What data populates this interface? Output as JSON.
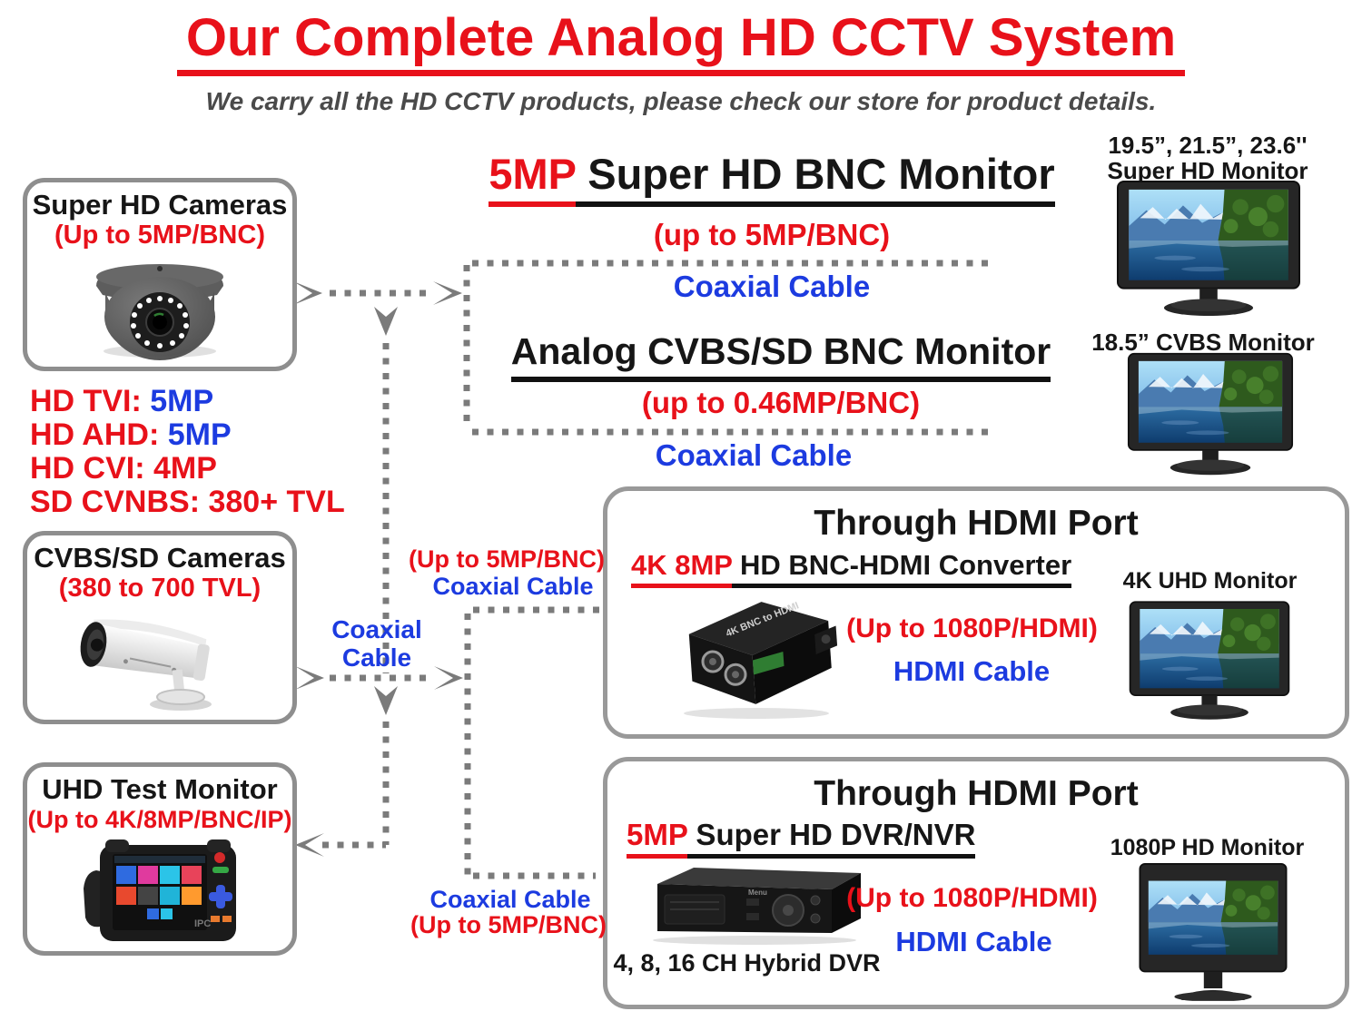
{
  "header": {
    "title": "Our Complete Analog HD CCTV System",
    "subtitle": "We carry all the HD CCTV products, please check our store for product details."
  },
  "left": {
    "super_box": {
      "title": "Super HD Cameras",
      "subtitle": "(Up to 5MP/BNC)"
    },
    "specs": [
      {
        "label": "HD TVI:",
        "value": "5MP"
      },
      {
        "label": "HD AHD:",
        "value": "5MP"
      },
      {
        "label": "HD CVI:",
        "value": "4MP"
      },
      {
        "label": "SD CVNBS:",
        "value": "380+ TVL"
      }
    ],
    "cvbs_box": {
      "title": "CVBS/SD Cameras",
      "subtitle": "(380 to 700 TVL)"
    },
    "uhd_box": {
      "title": "UHD Test Monitor",
      "subtitle": "(Up to 4K/8MP/BNC/IP)"
    }
  },
  "center": {
    "bnc": {
      "hl": "5MP",
      "rest": " Super HD BNC Monitor",
      "sub": "(up to 5MP/BNC)",
      "cable": "Coaxial Cable"
    },
    "cvbs": {
      "title": "Analog CVBS/SD BNC Monitor",
      "sub": "(up to 0.46MP/BNC)",
      "cable": "Coaxial Cable"
    }
  },
  "right_top": {
    "sizes_label": "19.5”, 21.5”, 23.6''",
    "super_label": "Super HD Monitor",
    "cvbs_label": "18.5” CVBS Monitor"
  },
  "connectors": {
    "upto_5mp_top": "(Up to 5MP/BNC)",
    "coax_top": "Coaxial Cable",
    "coax_vert_line1": "Coaxial",
    "coax_vert_line2": "Cable",
    "coax_bottom": "Coaxial Cable",
    "upto_5mp_bottom": "(Up to 5MP/BNC)"
  },
  "hdmi_box1": {
    "title": "Through HDMI Port",
    "hl": "4K 8MP",
    "rest": " HD BNC-HDMI Converter",
    "upto": "(Up to 1080P/HDMI)",
    "cable": "HDMI Cable",
    "monitor_label": "4K UHD Monitor"
  },
  "hdmi_box2": {
    "title": "Through HDMI Port",
    "hl": "5MP",
    "rest": " Super HD DVR/NVR",
    "dvr_label": "4, 8, 16 CH Hybrid DVR",
    "upto": "(Up to 1080P/HDMI)",
    "cable": "HDMI Cable",
    "monitor_label": "1080P HD Monitor"
  },
  "colors": {
    "accent_red": "#e8111a",
    "accent_blue": "#1c3be0",
    "line_gray": "#7b7b7b"
  }
}
